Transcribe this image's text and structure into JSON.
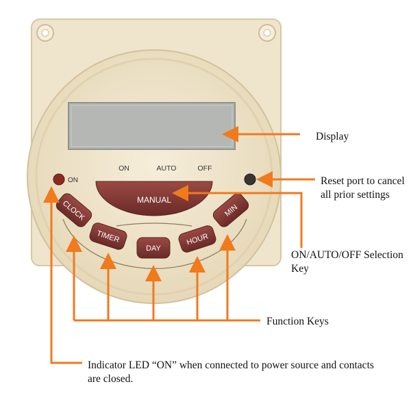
{
  "device": {
    "panel_labels": {
      "on": "ON",
      "auto": "AUTO",
      "off": "OFF"
    },
    "led_label": "ON",
    "keys": {
      "manual": "MANUAL",
      "clock": "CLOCK",
      "timer": "TIMER",
      "day": "DAY",
      "hour": "HOUR",
      "min": "MIN"
    }
  },
  "callouts": {
    "display": "Display",
    "reset_port": "Reset port to cancel all prior settings",
    "selection_key": "ON/AUTO/OFF Selection Key",
    "function_keys": "Function Keys",
    "indicator_led": "Indicator LED “ON” when connected to power source and contacts are closed."
  },
  "colors": {
    "housing": "#efe4cc",
    "housing_edge": "#d6c7a6",
    "display": "#b4b7b3",
    "key": "#7a3430",
    "led": "#8c2a22",
    "reset_port": "#3a3533",
    "arrow": "#f07a1c"
  }
}
